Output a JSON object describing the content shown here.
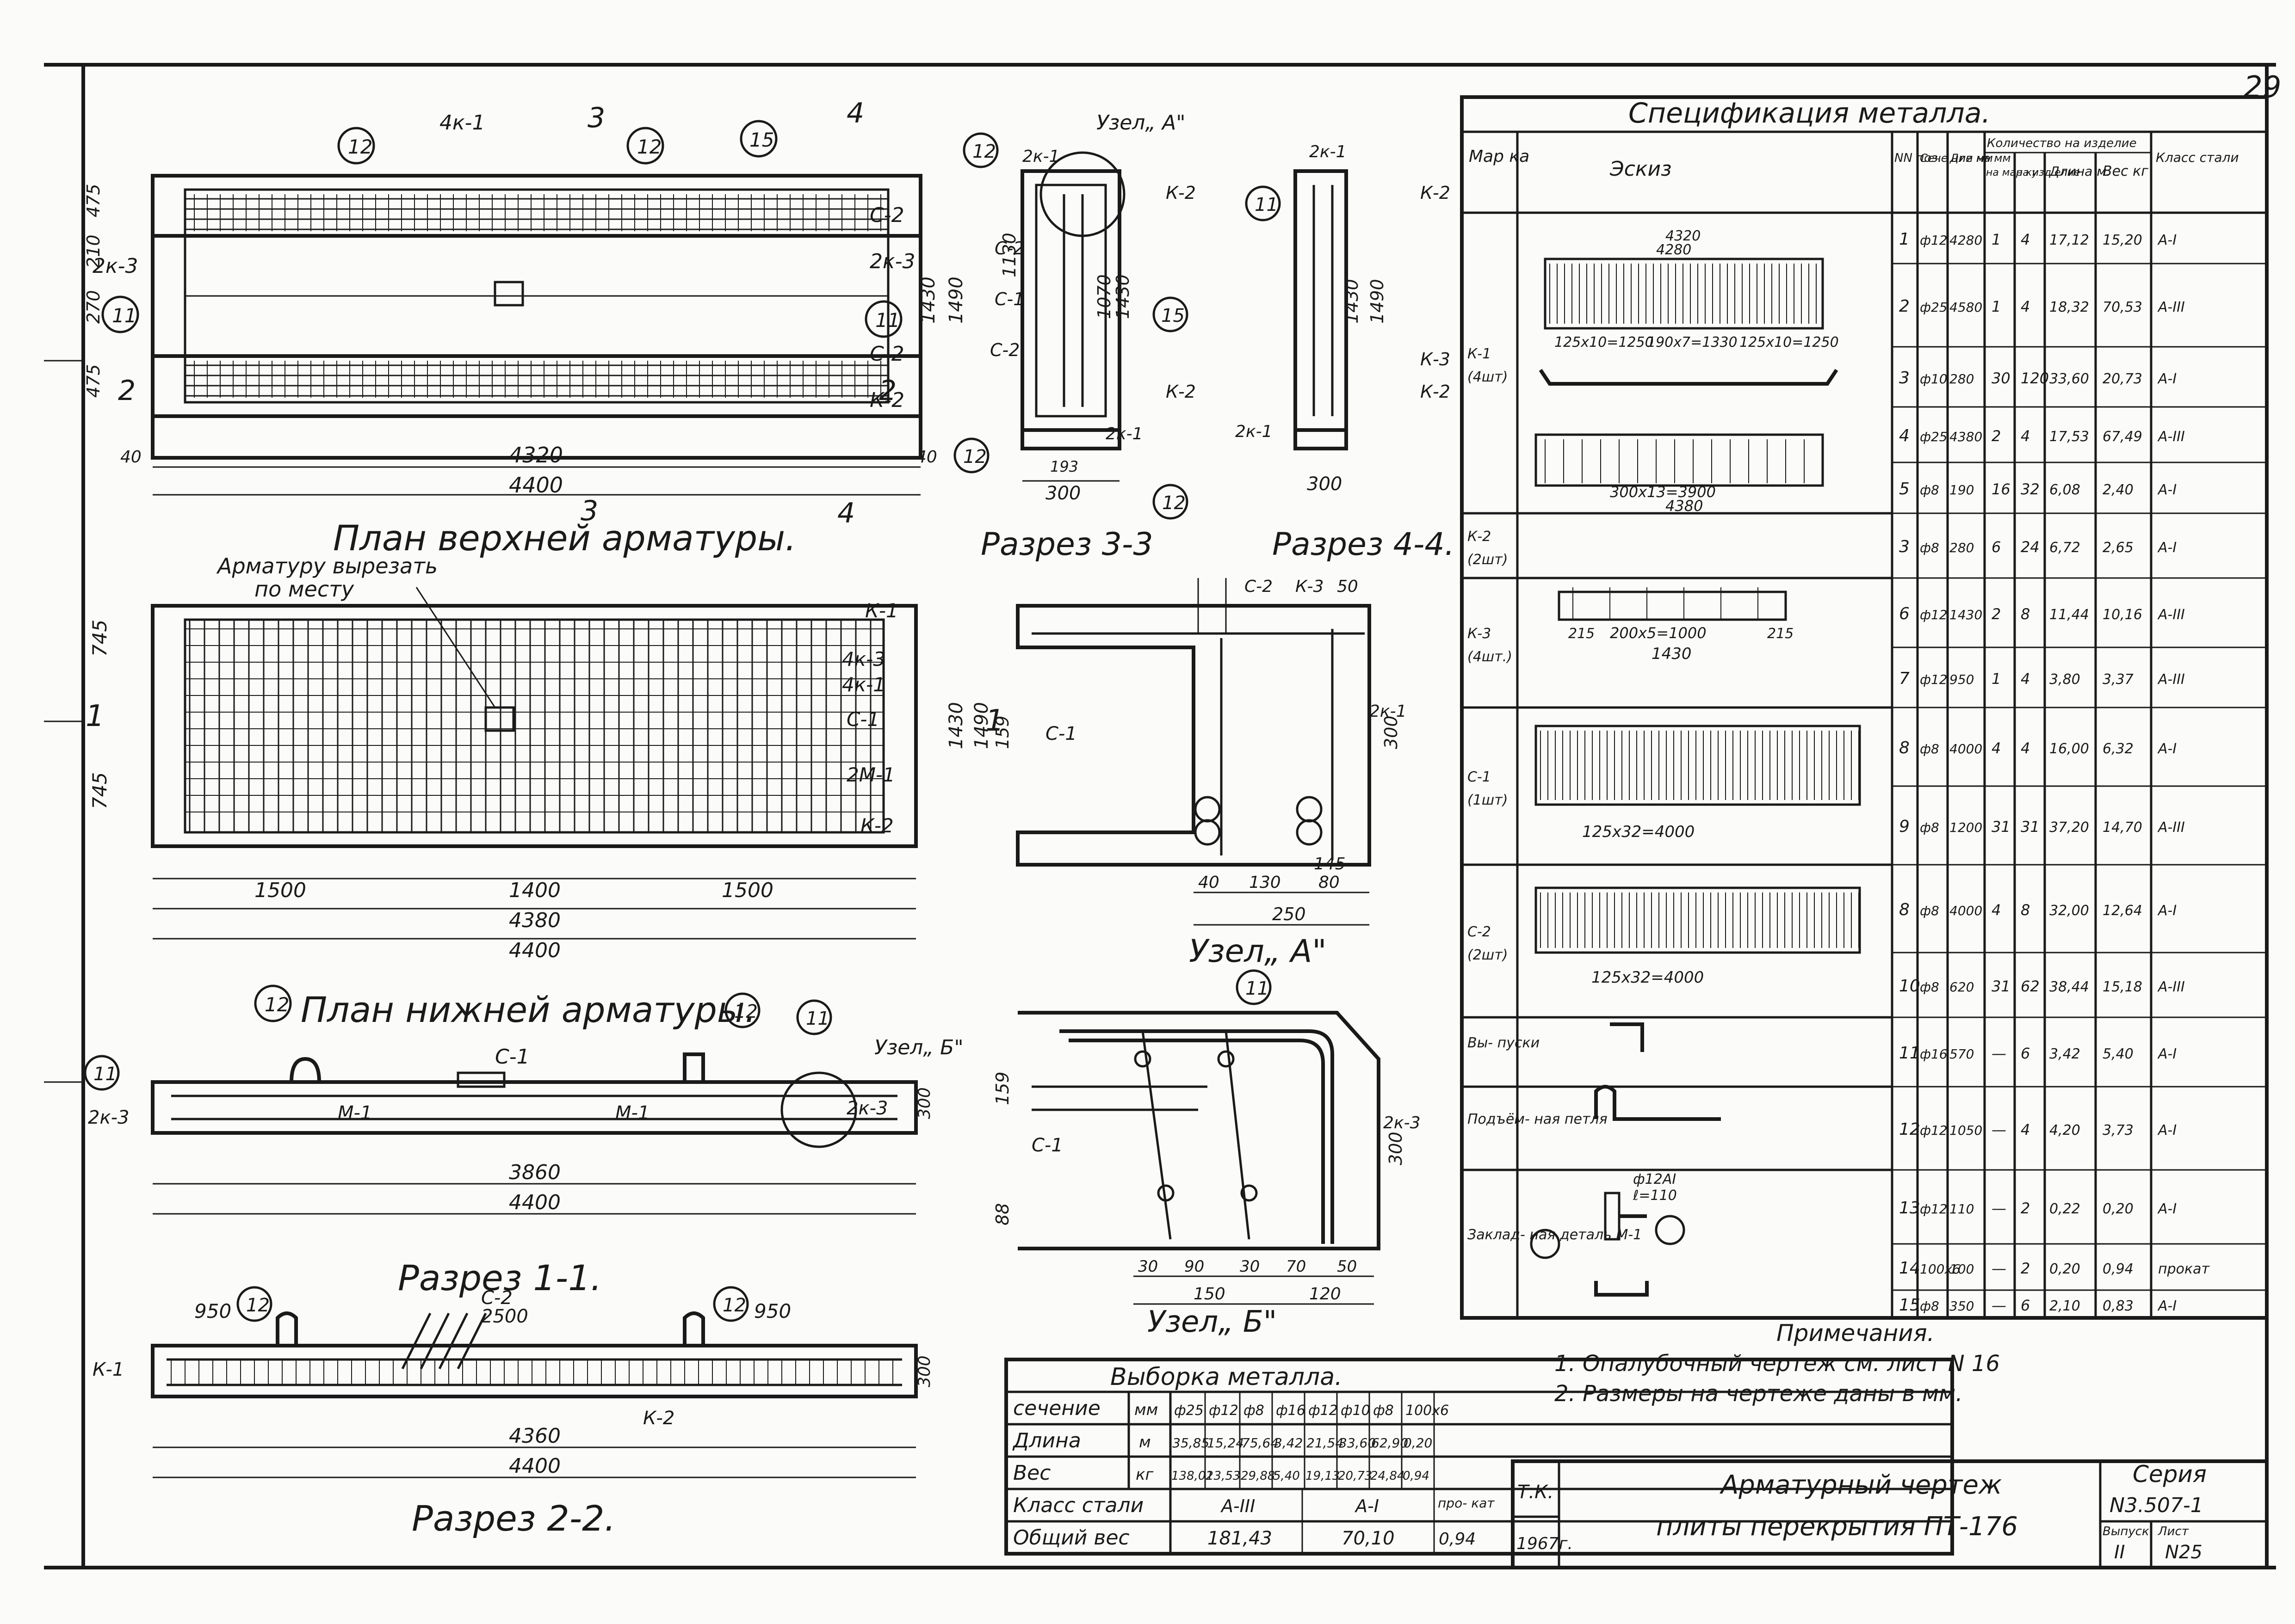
{
  "sheet": {
    "sheet_number_corner": "29",
    "title_line1": "Арматурный чертеж",
    "title_line2": "плиты перекрытия ПТ-176",
    "org": "Т.К.",
    "year": "1967г.",
    "series_label": "Серия",
    "series_value": "N3.507-1",
    "issue_label": "Выпуск",
    "issue_value": "II",
    "sheet_label": "Лист",
    "sheet_value": "N25"
  },
  "views": {
    "top_plan_title": "План верхней арматуры.",
    "bottom_plan_title": "План нижней арматуры.",
    "section_11": "Разрез 1-1.",
    "section_22": "Разрез 2-2.",
    "section_33": "Разрез 3-3",
    "section_44": "Разрез 4-4.",
    "node_a": "Узел„ А\"",
    "node_b": "Узел„ Б\"",
    "note_cut": "Арматуру вырезать",
    "note_cut2": "по месту"
  },
  "labels": {
    "k1": "К-1",
    "k2": "К-2",
    "k3": "К-3",
    "c1": "С-1",
    "c2": "С-2",
    "k4_1": "4к-1",
    "k4_3": "4к-3",
    "k2_3": "2к-3",
    "k2_1": "2к-1",
    "m1": "М-1",
    "m1b": "2М-1",
    "p3": "3",
    "p4": "4",
    "p1": "1",
    "p2": "2",
    "c11": "11",
    "c12": "12",
    "c15": "15"
  },
  "dims": {
    "d4320": "4320",
    "d4400": "4400",
    "d4380": "4380",
    "d3860": "3860",
    "d40": "40",
    "d1490": "1490",
    "d1430": "1430",
    "d745": "745",
    "d1500": "1500",
    "d1400": "1400",
    "d950": "950",
    "d2500": "2500",
    "d4360": "4360",
    "d300": "300",
    "d250": "250",
    "d1130": "1130",
    "d1070": "1070",
    "d193": "193",
    "d159": "159",
    "d88": "88",
    "d150": "150",
    "d120": "120",
    "d145": "145",
    "d130": "130",
    "d80": "80",
    "d90": "90",
    "d70": "70",
    "d50": "50",
    "d30": "30",
    "d475": "475",
    "d270": "270",
    "d210": "210"
  },
  "spec": {
    "title": "Спецификация металла.",
    "headers": {
      "mark": "Мар ка",
      "sketch": "Эскиз",
      "pos": "NN поз.",
      "section": "Сече ние мм",
      "length": "Дли на мм",
      "qty_group": "Количество на изделие",
      "per_mark": "на мар ку",
      "per_item": "на изд елие",
      "total_len": "Длина м.",
      "weight": "Вес кг",
      "steel": "Класс стали"
    },
    "rows": [
      {
        "pos": "1",
        "sec": "ф12",
        "len": "4280",
        "pm": "1",
        "pi": "4",
        "tl": "17,12",
        "w": "15,20",
        "cl": "А-I"
      },
      {
        "pos": "2",
        "sec": "ф25",
        "len": "4580",
        "pm": "1",
        "pi": "4",
        "tl": "18,32",
        "w": "70,53",
        "cl": "А-III"
      },
      {
        "pos": "3",
        "sec": "ф10",
        "len": "280",
        "pm": "30",
        "pi": "120",
        "tl": "33,60",
        "w": "20,73",
        "cl": "А-I"
      },
      {
        "pos": "4",
        "sec": "ф25",
        "len": "4380",
        "pm": "2",
        "pi": "4",
        "tl": "17,53",
        "w": "67,49",
        "cl": "А-III"
      },
      {
        "pos": "5",
        "sec": "ф8",
        "len": "190",
        "pm": "16",
        "pi": "32",
        "tl": "6,08",
        "w": "2,40",
        "cl": "А-I"
      },
      {
        "pos": "3",
        "sec": "ф8",
        "len": "280",
        "pm": "6",
        "pi": "24",
        "tl": "6,72",
        "w": "2,65",
        "cl": "А-I"
      },
      {
        "pos": "6",
        "sec": "ф12",
        "len": "1430",
        "pm": "2",
        "pi": "8",
        "tl": "11,44",
        "w": "10,16",
        "cl": "А-III"
      },
      {
        "pos": "7",
        "sec": "ф12",
        "len": "950",
        "pm": "1",
        "pi": "4",
        "tl": "3,80",
        "w": "3,37",
        "cl": "А-III"
      },
      {
        "pos": "8",
        "sec": "ф8",
        "len": "4000",
        "pm": "4",
        "pi": "4",
        "tl": "16,00",
        "w": "6,32",
        "cl": "А-I"
      },
      {
        "pos": "9",
        "sec": "ф8",
        "len": "1200",
        "pm": "31",
        "pi": "31",
        "tl": "37,20",
        "w": "14,70",
        "cl": "А-III"
      },
      {
        "pos": "8",
        "sec": "ф8",
        "len": "4000",
        "pm": "4",
        "pi": "8",
        "tl": "32,00",
        "w": "12,64",
        "cl": "А-I"
      },
      {
        "pos": "10",
        "sec": "ф8",
        "len": "620",
        "pm": "31",
        "pi": "62",
        "tl": "38,44",
        "w": "15,18",
        "cl": "А-III"
      },
      {
        "pos": "11",
        "sec": "ф16",
        "len": "570",
        "pm": "—",
        "pi": "6",
        "tl": "3,42",
        "w": "5,40",
        "cl": "А-I"
      },
      {
        "pos": "12",
        "sec": "ф12",
        "len": "1050",
        "pm": "—",
        "pi": "4",
        "tl": "4,20",
        "w": "3,73",
        "cl": "А-I"
      },
      {
        "pos": "13",
        "sec": "ф12",
        "len": "110",
        "pm": "—",
        "pi": "2",
        "tl": "0,22",
        "w": "0,20",
        "cl": "А-I"
      },
      {
        "pos": "14",
        "sec": "100х6",
        "len": "100",
        "pm": "—",
        "pi": "2",
        "tl": "0,20",
        "w": "0,94",
        "cl": "прокат"
      },
      {
        "pos": "15",
        "sec": "ф8",
        "len": "350",
        "pm": "—",
        "pi": "6",
        "tl": "2,10",
        "w": "0,83",
        "cl": "А-I"
      }
    ],
    "marks": [
      {
        "mark": "К-1",
        "count": "(4шт)"
      },
      {
        "mark": "К-2",
        "count": "(2шт)"
      },
      {
        "mark": "К-3",
        "count": "(4шт.)"
      },
      {
        "mark": "С-1",
        "count": "(1шт)"
      },
      {
        "mark": "С-2",
        "count": "(2шт)"
      },
      {
        "mark": "Вы- пуски",
        "count": ""
      },
      {
        "mark": "Подъём- ная петля",
        "count": ""
      },
      {
        "mark": "Заклад- ная деталь М-1",
        "count": ""
      }
    ],
    "sketch_dims": {
      "k1a": "125х10=1250",
      "k1b": "190х7=1330",
      "k1c": "125х10=1250",
      "k1len": "4280",
      "k1tot": "4320",
      "k2a": "300х13=3900",
      "k2len": "4380",
      "k3a": "200х5=1000",
      "k3len": "1430",
      "k3s": "215",
      "c1a": "125х32=4000",
      "c2a": "125х32=4000",
      "m1a": "ф12АI",
      "m1b": "ℓ=110"
    }
  },
  "selection": {
    "title": "Выборка металла.",
    "row_labels": [
      "сечение",
      "Длина",
      "Вес",
      "Класс стали",
      "Общий вес"
    ],
    "units": [
      "мм",
      "м",
      "кг"
    ],
    "sections": [
      "ф25",
      "ф12",
      "ф8",
      "ф16",
      "ф12",
      "ф10",
      "ф8",
      "100х6"
    ],
    "lengths": [
      "35,85",
      "15,24",
      "75,64",
      "3,42",
      "21,54",
      "33,60",
      "62,90",
      "0,20"
    ],
    "weights": [
      "138,02",
      "13,53",
      "29,88",
      "5,40",
      "19,13",
      "20,73",
      "24,84",
      "0,94"
    ],
    "classes": [
      "А-III",
      "А-I",
      "про- кат"
    ],
    "totals": [
      "181,43",
      "70,10",
      "0,94"
    ]
  },
  "notes": {
    "title": "Примечания.",
    "n1": "1. Опалубочный чертеж см. лист N 16",
    "n2": "2. Размеры на чертеже даны в мм."
  }
}
